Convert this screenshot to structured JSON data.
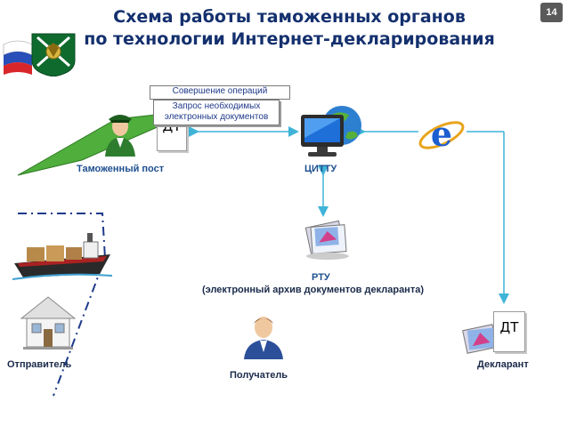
{
  "title": {
    "line1": "Схема работы таможенных органов",
    "line2": "по технологии Интернет-декларирования"
  },
  "slide_number": "14",
  "nodes": {
    "customs_post": "Таможенный пост",
    "cittu": "ЦИТТУ",
    "rtu": "РТУ",
    "rtu_sub": "(электронный архив документов декларанта)",
    "sender": "Отправитель",
    "recipient": "Получатель",
    "declarant": "Декларант"
  },
  "callouts": {
    "operations": "Совершение операций",
    "request_line1": "Запрос необходимых",
    "request_line2": "электронных документов"
  },
  "doc_badges": {
    "customs": "ДТ",
    "declarant": "ДТ"
  },
  "colors": {
    "title": "#14306e",
    "label": "#1e4f8f",
    "green": "#2e8b2e",
    "arrow": "#3fb4d8"
  }
}
